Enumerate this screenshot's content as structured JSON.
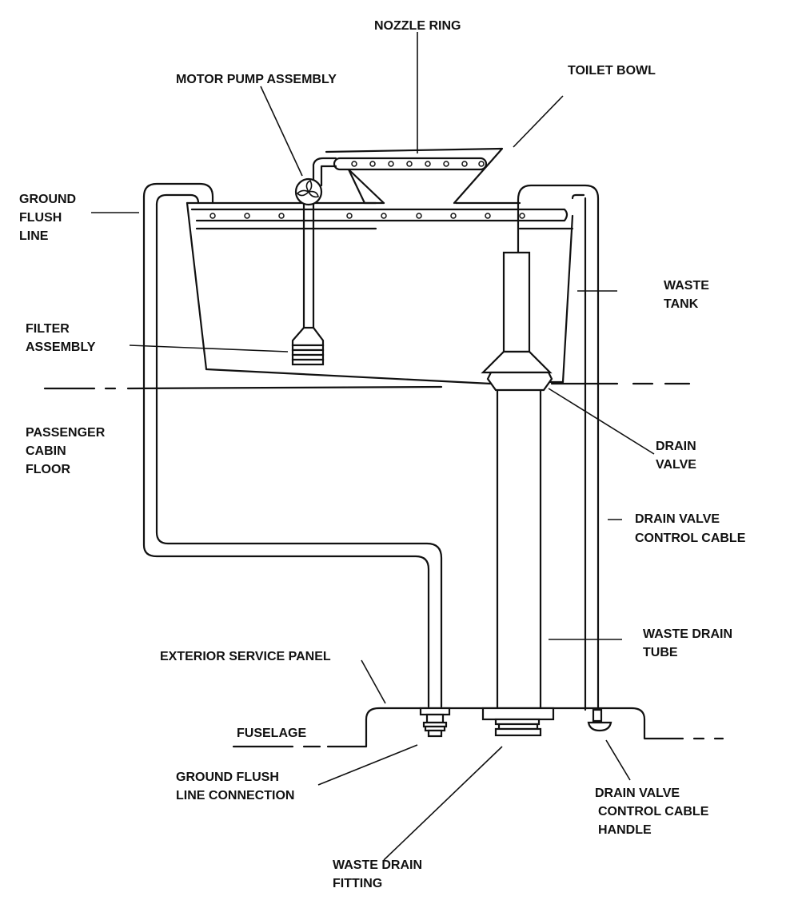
{
  "labels": {
    "nozzle_ring": "NOZZLE RING",
    "motor_pump_assembly": "MOTOR PUMP ASSEMBLY",
    "toilet_bowl": "TOILET BOWL",
    "ground_flush_line": [
      "GROUND",
      "FLUSH",
      "LINE"
    ],
    "waste_tank": [
      "WASTE",
      "TANK"
    ],
    "filter_assembly": [
      "FILTER",
      "ASSEMBLY"
    ],
    "passenger_cabin_floor": [
      "PASSENGER",
      "CABIN",
      "FLOOR"
    ],
    "drain_valve": [
      "DRAIN",
      "VALVE"
    ],
    "drain_valve_control_cable": [
      "DRAIN VALVE",
      "CONTROL CABLE"
    ],
    "waste_drain_tube": [
      "WASTE DRAIN",
      "TUBE"
    ],
    "exterior_service_panel": "EXTERIOR SERVICE PANEL",
    "fuselage": "FUSELAGE",
    "ground_flush_line_connection": [
      "GROUND FLUSH",
      "LINE CONNECTION"
    ],
    "drain_valve_control_cable_handle": [
      "DRAIN VALVE",
      "CONTROL CABLE",
      "HANDLE"
    ],
    "waste_drain_fitting": [
      "WASTE DRAIN",
      "FITTING"
    ]
  }
}
